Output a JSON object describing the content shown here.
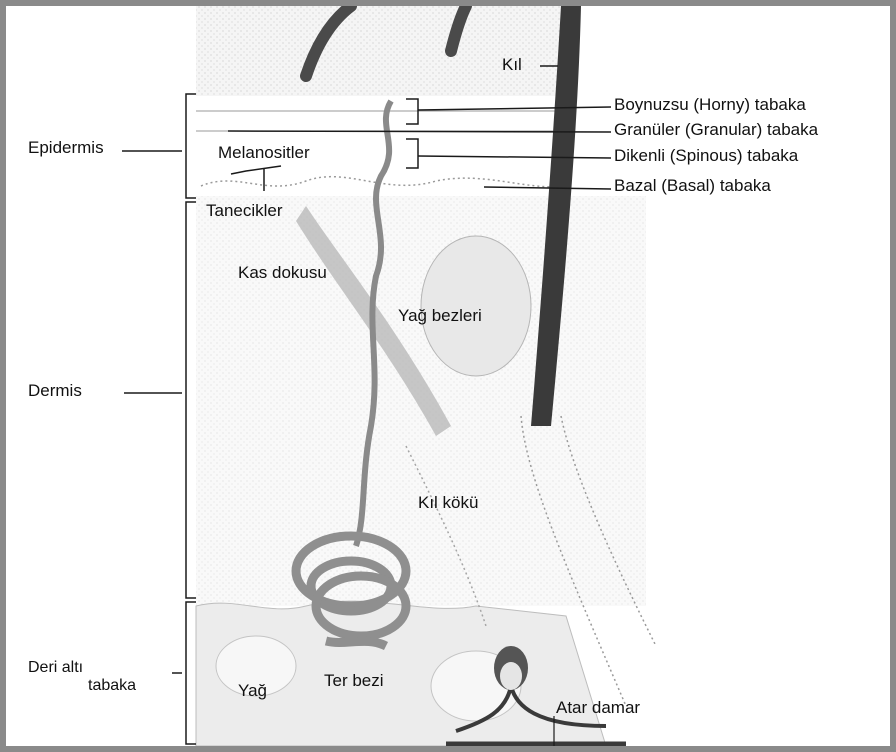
{
  "labels": {
    "kil": "Kıl",
    "horny": "Boynuzsu (Horny) tabaka",
    "granular": "Granüler (Granular) tabaka",
    "spinous": "Dikenli (Spinous) tabaka",
    "basal": "Bazal (Basal) tabaka",
    "epidermis": "Epidermis",
    "melanositler": "Melanositler",
    "tanecikler": "Tanecikler",
    "kas_dokusu": "Kas dokusu",
    "yag_bezleri": "Yağ bezleri",
    "dermis": "Dermis",
    "kil_koku": "Kıl kökü",
    "deri_alti_1": "Deri altı",
    "deri_alti_2": "tabaka",
    "yag": "Yağ",
    "ter_bezi": "Ter bezi",
    "atar_damar": "Atar damar"
  },
  "colors": {
    "line": "#1a1a1a",
    "hair": "#3a3a3a",
    "tissue": "#cfcfcf",
    "gland": "#9a9a9a",
    "frame": "#8a8a8a"
  }
}
